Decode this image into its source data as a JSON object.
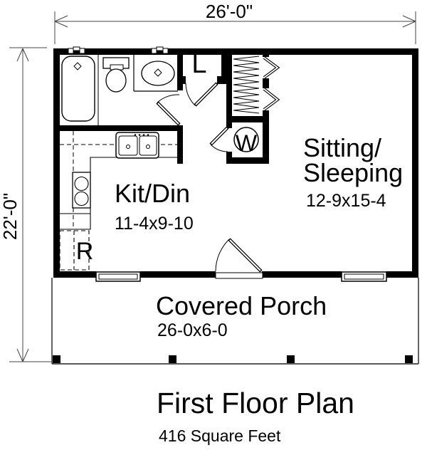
{
  "plan": {
    "dimensions": {
      "width_label": "26'-0\"",
      "height_label": "22'-0\""
    },
    "rooms": {
      "kit_din": {
        "name": "Kit/Din",
        "size": "11-4x9-10"
      },
      "sitting_sleeping": {
        "name": "Sitting/\nSleeping",
        "size": "12-9x15-4"
      },
      "covered_porch": {
        "name": "Covered Porch",
        "size": "26-0x6-0"
      },
      "linen_closet_label": "L",
      "washer_label": "W",
      "refrigerator_label": "R"
    }
  },
  "title_block": {
    "title": "First Floor Plan",
    "subtitle": "416 Square Feet"
  },
  "colors": {
    "line": "#000000",
    "dimension_line": "#555555",
    "background": "#ffffff"
  }
}
